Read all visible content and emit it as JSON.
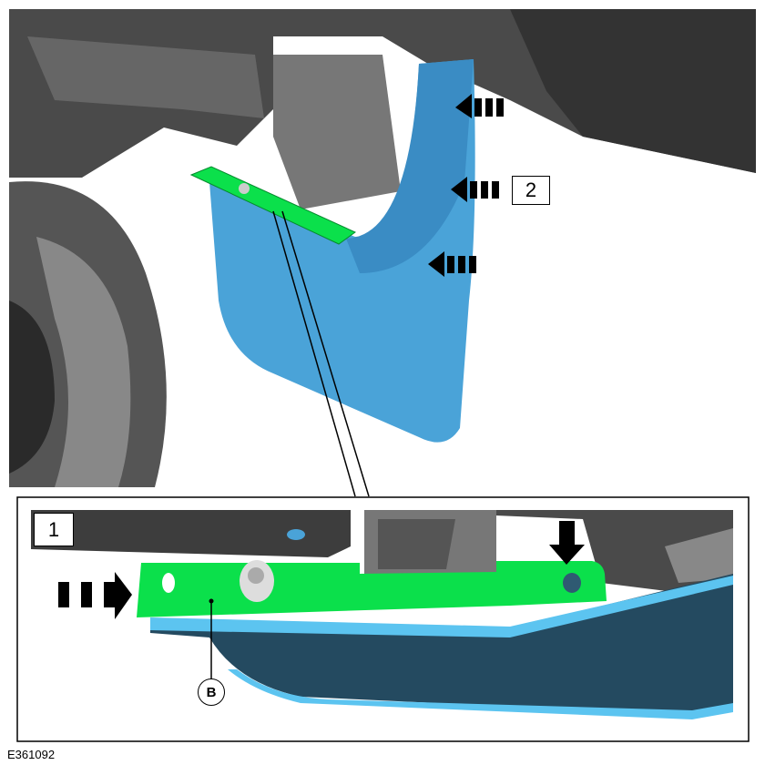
{
  "callouts": {
    "step1": "1",
    "step2": "2",
    "part_b": "B"
  },
  "figure_id": "E361092",
  "colors": {
    "bracket": "#0be04b",
    "mudflap": "#4aa3d8",
    "mudflap_dark": "#244a60",
    "body": "#3a3a3a"
  }
}
